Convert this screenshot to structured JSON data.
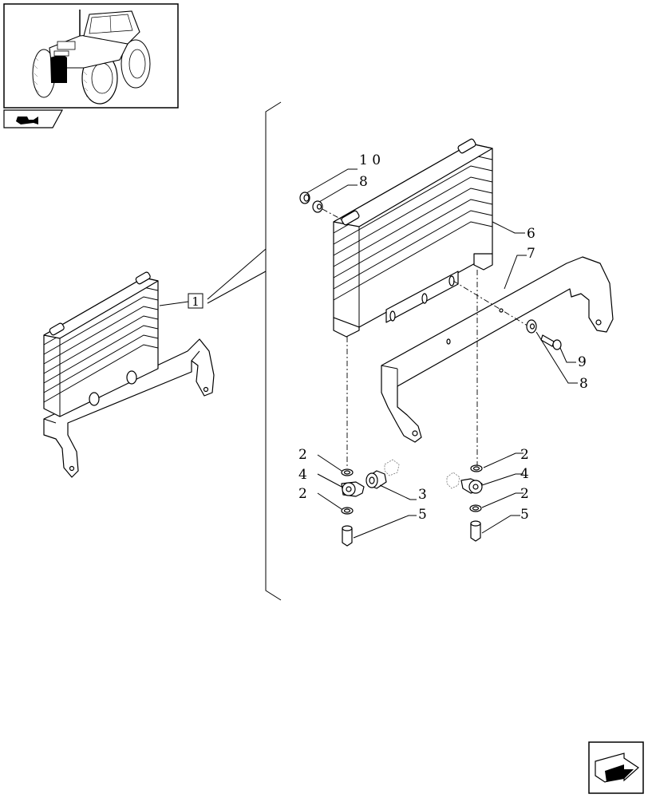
{
  "thumbnail": {
    "icon": "tractor-thumbnail-icon",
    "nav_icon": "page-nav-icon"
  },
  "ref_box": {
    "label": "1"
  },
  "callouts": [
    {
      "id": "c10",
      "text": "1 0"
    },
    {
      "id": "c8a",
      "text": "8"
    },
    {
      "id": "c6",
      "text": "6"
    },
    {
      "id": "c7",
      "text": "7"
    },
    {
      "id": "c9",
      "text": "9"
    },
    {
      "id": "c8b",
      "text": "8"
    },
    {
      "id": "c2a",
      "text": "2"
    },
    {
      "id": "c4a",
      "text": "4"
    },
    {
      "id": "c2b",
      "text": "2"
    },
    {
      "id": "c3",
      "text": "3"
    },
    {
      "id": "c5a",
      "text": "5"
    },
    {
      "id": "c2c",
      "text": "2"
    },
    {
      "id": "c4b",
      "text": "4"
    },
    {
      "id": "c2d",
      "text": "2"
    },
    {
      "id": "c5b",
      "text": "5"
    }
  ],
  "nav": {
    "next_icon": "next-page-arrow-icon"
  }
}
